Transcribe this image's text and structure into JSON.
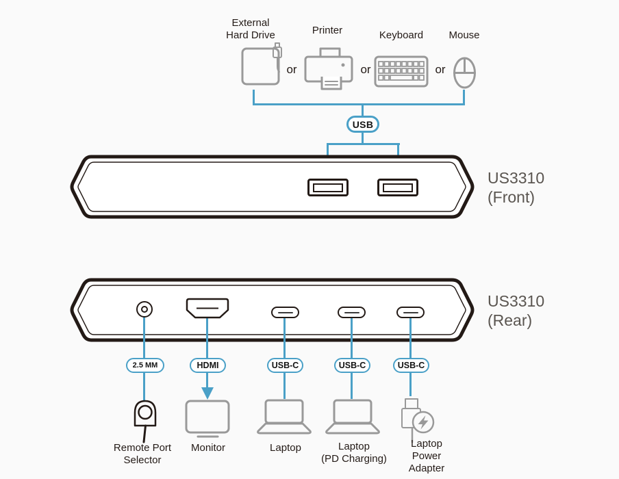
{
  "diagram": {
    "colors": {
      "background": "#fafafa",
      "accent_blue": "#4aa0c7",
      "outline_black": "#231a16",
      "icon_gray": "#999999",
      "model_text_gray": "#5a5550"
    }
  },
  "usb_peripherals": {
    "separator": "or",
    "bus_tag": "USB",
    "items": [
      {
        "icon": "external-hard-drive-icon",
        "label": "External\nHard Drive"
      },
      {
        "icon": "printer-icon",
        "label": "Printer"
      },
      {
        "icon": "keyboard-icon",
        "label": "Keyboard"
      },
      {
        "icon": "mouse-icon",
        "label": "Mouse"
      }
    ]
  },
  "front_panel": {
    "model_label": "US3310\n(Front)",
    "port_icons": [
      "usb-a-port",
      "usb-a-port"
    ]
  },
  "rear_panel": {
    "model_label": "US3310\n(Rear)",
    "ports": [
      {
        "icon": "audio-jack-port",
        "tag": "2.5 MM",
        "device": "Remote Port\nSelector",
        "device_icon": "remote-port-selector-icon"
      },
      {
        "icon": "hdmi-port",
        "tag": "HDMI",
        "device": "Monitor",
        "device_icon": "monitor-icon"
      },
      {
        "icon": "usb-c-port",
        "tag": "USB-C",
        "device": "Laptop",
        "device_icon": "laptop-icon"
      },
      {
        "icon": "usb-c-port",
        "tag": "USB-C",
        "device": "Laptop\n(PD Charging)",
        "device_icon": "laptop-icon"
      },
      {
        "icon": "usb-c-port",
        "tag": "USB-C",
        "device": "Laptop\nPower\nAdapter",
        "device_icon": "power-adapter-icon"
      }
    ]
  }
}
